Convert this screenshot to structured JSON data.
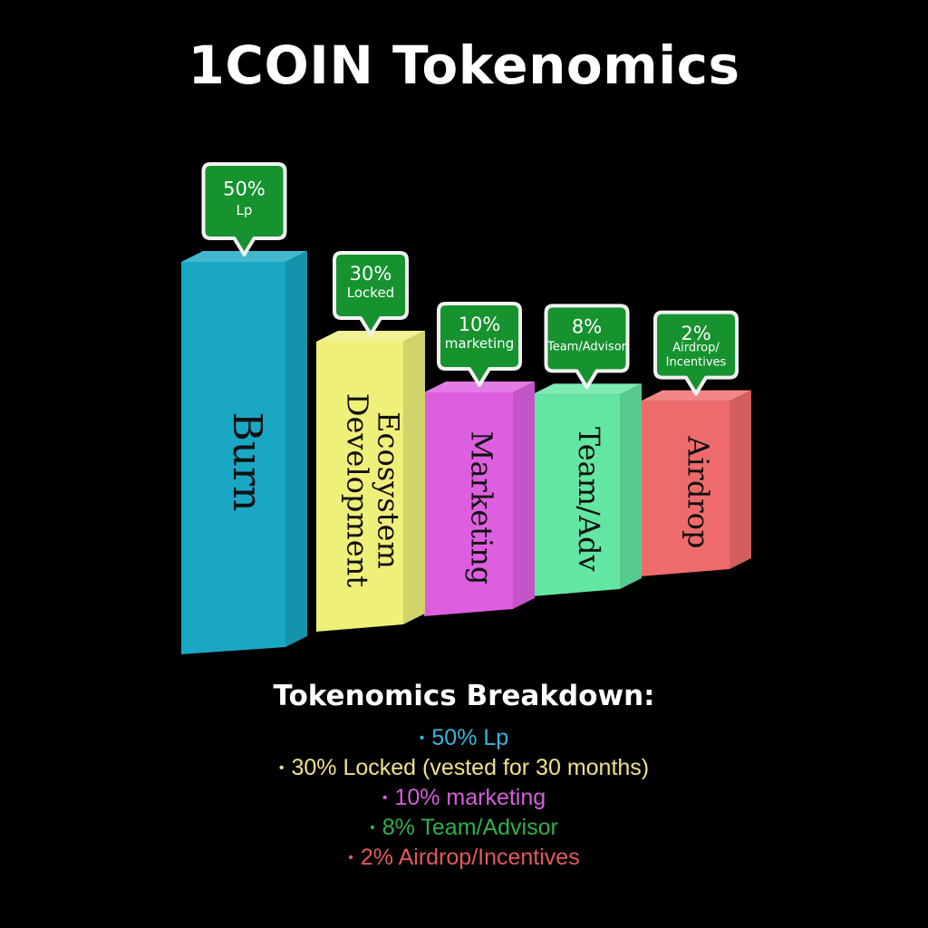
{
  "title": "1COIN Tokenomics",
  "chart_data": {
    "type": "bar",
    "categories": [
      "Burn",
      "Ecosystem Development",
      "Marketing",
      "Team/Adv",
      "Airdrop"
    ],
    "bar_labels": [
      [
        "Burn"
      ],
      [
        "Ecosystem",
        "Development"
      ],
      [
        "Marketing"
      ],
      [
        "Team/Adv"
      ],
      [
        "Airdrop"
      ]
    ],
    "values": [
      50,
      30,
      10,
      8,
      2
    ],
    "callouts": [
      {
        "value": "50%",
        "label": "Lp"
      },
      {
        "value": "30%",
        "label": "Locked"
      },
      {
        "value": "10%",
        "label": "marketing"
      },
      {
        "value": "8%",
        "label": "Team/Advisor"
      },
      {
        "value": "2%",
        "label": "Airdrop/ Incentives"
      }
    ],
    "colors": [
      "#19a7c4",
      "#eef07a",
      "#dd5fe0",
      "#63e6a2",
      "#ef6b6b"
    ],
    "callout_color": "#16922f"
  },
  "breakdown": {
    "title": "Tokenomics Breakdown:",
    "items": [
      {
        "text": "50% Lp",
        "color": "#3bb4dc"
      },
      {
        "text": "30% Locked (vested for 30 months)",
        "color": "#f1e08c"
      },
      {
        "text": "10% marketing",
        "color": "#d45fdc"
      },
      {
        "text": "8% Team/Advisor",
        "color": "#2fb14a"
      },
      {
        "text": "2% Airdrop/Incentives",
        "color": "#e25a5a"
      }
    ]
  }
}
